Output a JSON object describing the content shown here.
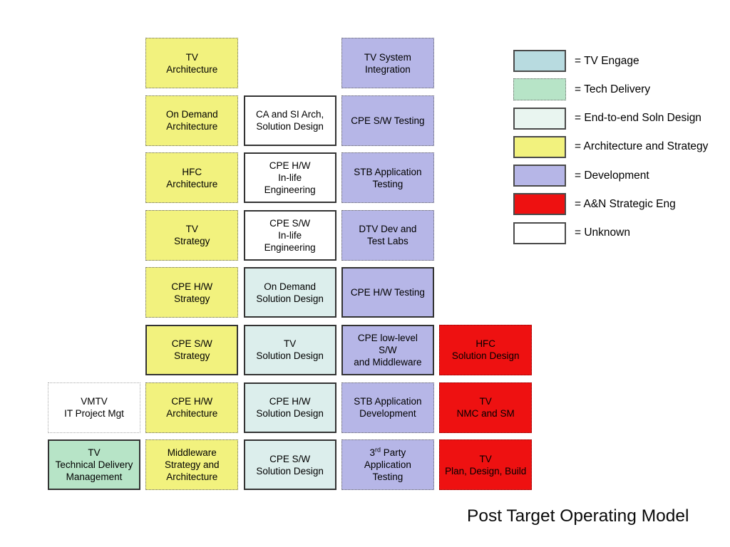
{
  "title": "Post Target Operating Model",
  "colors": {
    "tv_engage": "#b8dbe0",
    "tech_delivery": "#b7e4c7",
    "end_to_end": "#e9f5f0",
    "arch_strategy": "#f2f27e",
    "development": "#b6b6e7",
    "an_strategic": "#ee1111",
    "unknown": "#ffffff",
    "soln_design": "#dceeec",
    "border_dark": "#333333",
    "dot": "#666666",
    "dot_light": "#a8a8a8",
    "dot_red": "#7d0000",
    "legend_border": "#4a4a4a"
  },
  "legend": {
    "items": [
      {
        "name": "tv-engage",
        "label": "= TV Engage",
        "color_key": "tv_engage",
        "border": "solid"
      },
      {
        "name": "tech-delivery",
        "label": "= Tech Delivery",
        "color_key": "tech_delivery",
        "border": "dotted"
      },
      {
        "name": "end-to-end-soln-design",
        "label": "= End-to-end Soln Design",
        "color_key": "end_to_end",
        "border": "solid"
      },
      {
        "name": "architecture-and-strategy",
        "label": "= Architecture and Strategy",
        "color_key": "arch_strategy",
        "border": "solid"
      },
      {
        "name": "development",
        "label": "= Development",
        "color_key": "development",
        "border": "solid"
      },
      {
        "name": "an-strategic-eng",
        "label": "= A&N Strategic Eng",
        "color_key": "an_strategic",
        "border": "solid"
      },
      {
        "name": "unknown",
        "label": "= Unknown",
        "color_key": "unknown",
        "border": "solid"
      }
    ]
  },
  "grid": {
    "boxes": [
      {
        "name": "tv-architecture",
        "col": 2,
        "row": 1,
        "lines": [
          "TV",
          "Architecture"
        ],
        "color_key": "arch_strategy",
        "border": "dotted"
      },
      {
        "name": "tv-system-integration",
        "col": 4,
        "row": 1,
        "lines": [
          "TV System",
          "Integration"
        ],
        "color_key": "development",
        "border": "dotted"
      },
      {
        "name": "on-demand-architecture",
        "col": 2,
        "row": 2,
        "lines": [
          "On Demand",
          "Architecture"
        ],
        "color_key": "arch_strategy",
        "border": "dotted"
      },
      {
        "name": "ca-and-si-arch-solution-design",
        "col": 3,
        "row": 2,
        "lines": [
          "CA and SI Arch,",
          "Solution Design"
        ],
        "color_key": "unknown",
        "border": "solid"
      },
      {
        "name": "cpe-sw-testing",
        "col": 4,
        "row": 2,
        "lines": [
          "CPE S/W Testing"
        ],
        "color_key": "development",
        "border": "dotted"
      },
      {
        "name": "hfc-architecture",
        "col": 2,
        "row": 3,
        "lines": [
          "HFC",
          "Architecture"
        ],
        "color_key": "arch_strategy",
        "border": "dotted"
      },
      {
        "name": "cpe-hw-in-life-engineering",
        "col": 3,
        "row": 3,
        "lines": [
          "CPE H/W",
          "In-life",
          "Engineering"
        ],
        "color_key": "unknown",
        "border": "solid"
      },
      {
        "name": "stb-application-testing",
        "col": 4,
        "row": 3,
        "lines": [
          "STB Application",
          "Testing"
        ],
        "color_key": "development",
        "border": "dotted"
      },
      {
        "name": "tv-strategy",
        "col": 2,
        "row": 4,
        "lines": [
          "TV",
          "Strategy"
        ],
        "color_key": "arch_strategy",
        "border": "dotted"
      },
      {
        "name": "cpe-sw-in-life-engineering",
        "col": 3,
        "row": 4,
        "lines": [
          "CPE S/W",
          "In-life",
          "Engineering"
        ],
        "color_key": "unknown",
        "border": "solid"
      },
      {
        "name": "dtv-dev-and-test-labs",
        "col": 4,
        "row": 4,
        "lines": [
          "DTV Dev and",
          "Test Labs"
        ],
        "color_key": "development",
        "border": "dotted"
      },
      {
        "name": "cpe-hw-strategy",
        "col": 2,
        "row": 5,
        "lines": [
          "CPE H/W",
          "Strategy"
        ],
        "color_key": "arch_strategy",
        "border": "dotted"
      },
      {
        "name": "on-demand-solution-design",
        "col": 3,
        "row": 5,
        "lines": [
          "On Demand",
          "Solution Design"
        ],
        "color_key": "soln_design",
        "border": "solid"
      },
      {
        "name": "cpe-hw-testing",
        "col": 4,
        "row": 5,
        "lines": [
          "CPE H/W Testing"
        ],
        "color_key": "development",
        "border": "solid"
      },
      {
        "name": "cpe-sw-strategy",
        "col": 2,
        "row": 6,
        "lines": [
          "CPE S/W",
          "Strategy"
        ],
        "color_key": "arch_strategy",
        "border": "solid"
      },
      {
        "name": "tv-solution-design",
        "col": 3,
        "row": 6,
        "lines": [
          "TV",
          "Solution Design"
        ],
        "color_key": "soln_design",
        "border": "solid"
      },
      {
        "name": "cpe-low-level-sw-and-middleware",
        "col": 4,
        "row": 6,
        "lines": [
          "CPE low-level",
          "S/W",
          "and Middleware"
        ],
        "color_key": "development",
        "border": "solid"
      },
      {
        "name": "hfc-solution-design",
        "col": 5,
        "row": 6,
        "lines": [
          "HFC",
          "Solution Design"
        ],
        "color_key": "an_strategic",
        "border": "dotted",
        "border_color_key": "dot_red"
      },
      {
        "name": "vmtv-it-project-mgt",
        "col": 1,
        "row": 7,
        "lines": [
          "VMTV",
          "IT Project Mgt"
        ],
        "color_key": "unknown",
        "border": "dotted",
        "border_color_key": "dot_light"
      },
      {
        "name": "cpe-hw-architecture",
        "col": 2,
        "row": 7,
        "lines": [
          "CPE H/W",
          "Architecture"
        ],
        "color_key": "arch_strategy",
        "border": "dotted"
      },
      {
        "name": "cpe-hw-solution-design",
        "col": 3,
        "row": 7,
        "lines": [
          "CPE H/W",
          "Solution Design"
        ],
        "color_key": "soln_design",
        "border": "solid"
      },
      {
        "name": "stb-application-development",
        "col": 4,
        "row": 7,
        "lines": [
          "STB Application",
          "Development"
        ],
        "color_key": "development",
        "border": "dotted"
      },
      {
        "name": "tv-nmc-and-sm",
        "col": 5,
        "row": 7,
        "lines": [
          "TV",
          "NMC and SM"
        ],
        "color_key": "an_strategic",
        "border": "dotted",
        "border_color_key": "dot_red"
      },
      {
        "name": "tv-technical-delivery-management",
        "col": 1,
        "row": 8,
        "lines": [
          "TV",
          "Technical Delivery",
          "Management"
        ],
        "color_key": "tech_delivery",
        "border": "solid"
      },
      {
        "name": "middleware-strategy-and-architecture",
        "col": 2,
        "row": 8,
        "lines": [
          "Middleware",
          "Strategy and",
          "Architecture"
        ],
        "color_key": "arch_strategy",
        "border": "dotted"
      },
      {
        "name": "cpe-sw-solution-design",
        "col": 3,
        "row": 8,
        "lines": [
          "CPE S/W",
          "Solution Design"
        ],
        "color_key": "soln_design",
        "border": "solid"
      },
      {
        "name": "third-party-application-testing",
        "col": 4,
        "row": 8,
        "lines": [
          [
            {
              "t": "3"
            },
            {
              "t": "rd",
              "sup": true
            },
            {
              "t": " Party"
            }
          ],
          "Application",
          "Testing"
        ],
        "color_key": "development",
        "border": "dotted"
      },
      {
        "name": "tv-plan-design-build",
        "col": 5,
        "row": 8,
        "lines": [
          "TV",
          "Plan, Design, Build"
        ],
        "color_key": "an_strategic",
        "border": "dotted",
        "border_color_key": "dot_red"
      }
    ]
  }
}
